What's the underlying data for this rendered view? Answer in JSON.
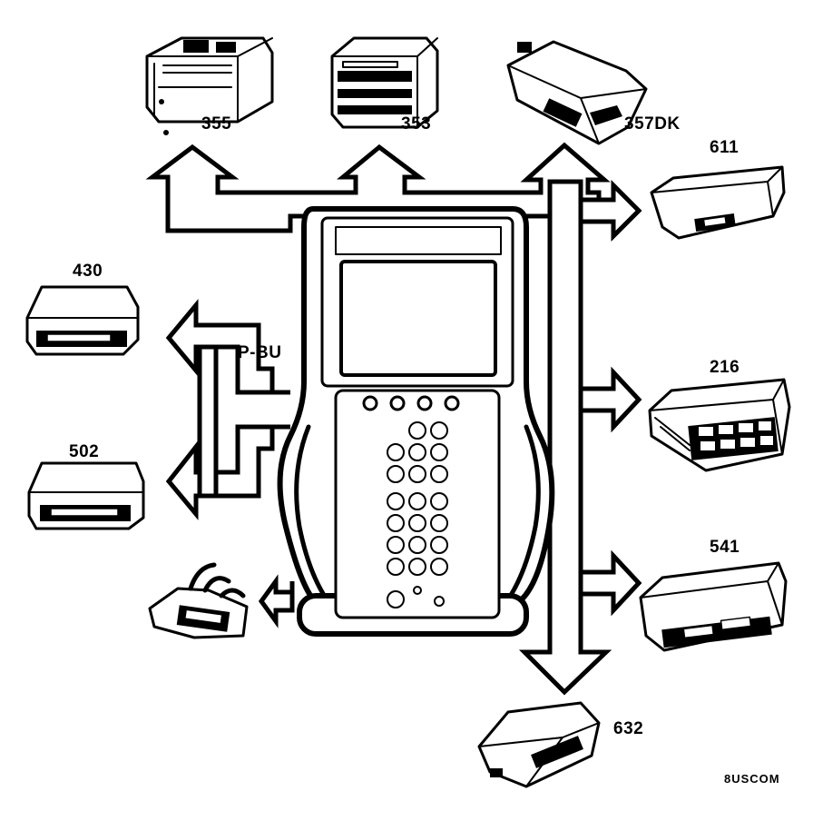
{
  "modules": {
    "m355": "355",
    "m353": "353",
    "m357": "357DK",
    "m611": "611",
    "m430": "430",
    "m502": "502",
    "m216": "216",
    "m541": "541",
    "m632": "632"
  },
  "bus_label": "P-BU",
  "figure_code": "8USCOM"
}
